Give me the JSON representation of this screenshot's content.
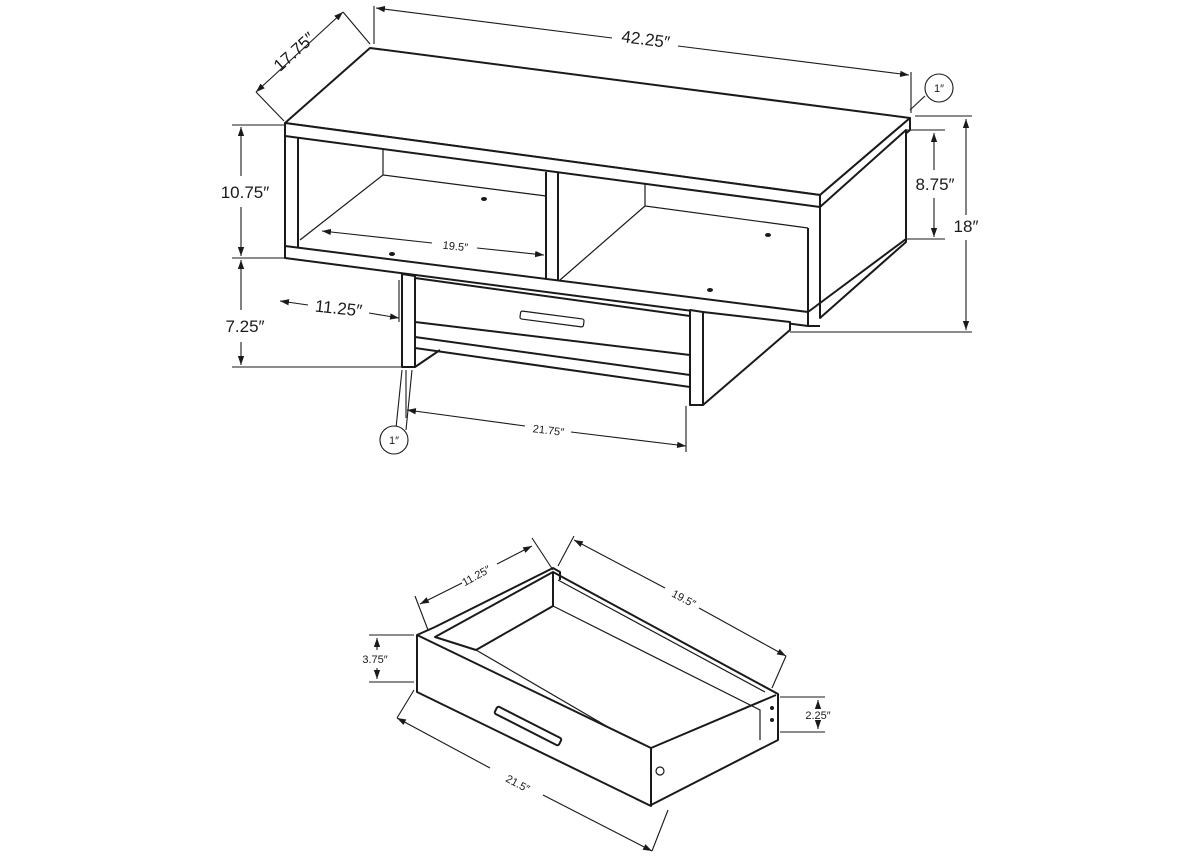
{
  "product": {
    "top_width": "42.25″",
    "top_depth": "17.75″",
    "top_thickness": "1″",
    "total_height": "18″",
    "upper_height": "10.75″",
    "shelf_opening_height": "8.75″",
    "shelf_width": "19.5″",
    "base_height": "7.25″",
    "base_depth": "11.25″",
    "base_width": "21.75″",
    "leg_thickness": "1″"
  },
  "drawer": {
    "depth": "11.25″",
    "width": "19.5″",
    "front_height": "3.75″",
    "side_height": "2.25″",
    "front_width": "21.5″"
  }
}
